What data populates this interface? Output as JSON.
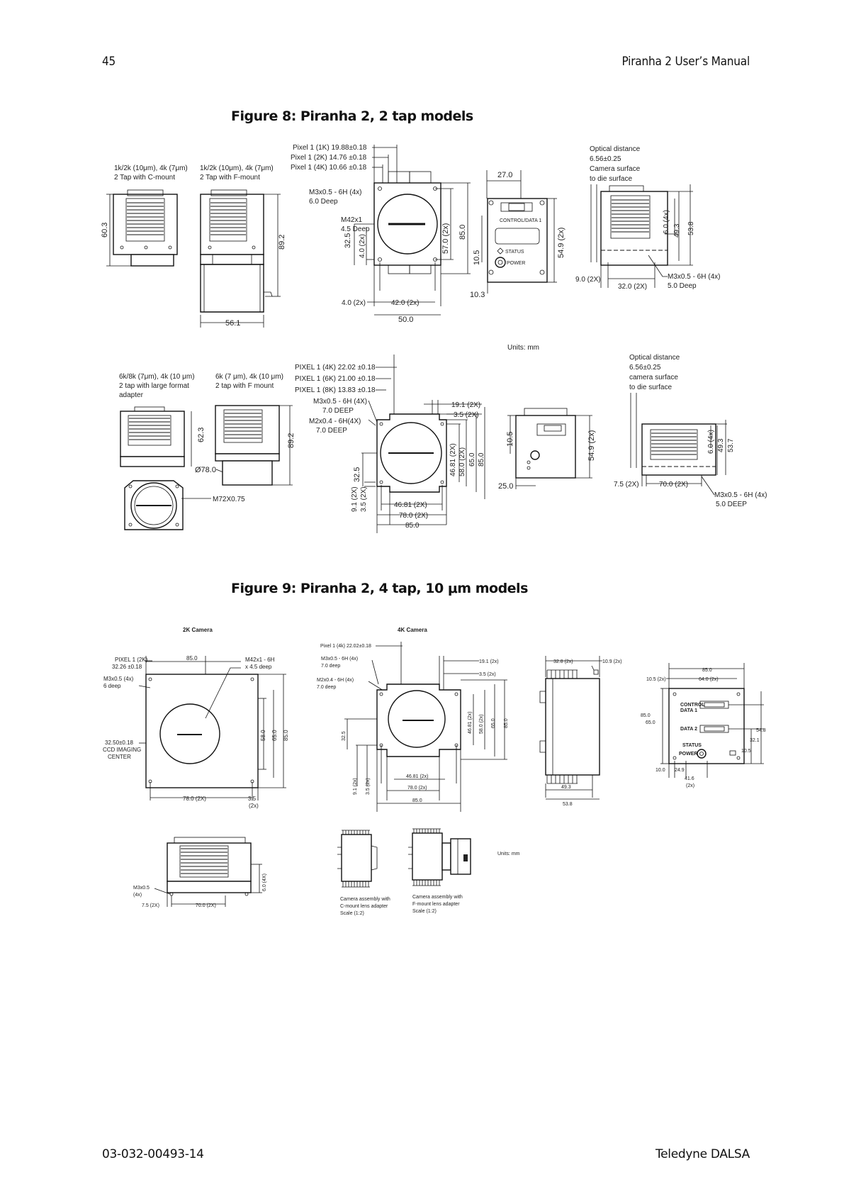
{
  "header": {
    "page_number": "45",
    "doc_title": "Piranha 2 User’s Manual"
  },
  "footer": {
    "doc_number": "03-032-00493-14",
    "company": "Teledyne DALSA"
  },
  "figure8": {
    "title": "Figure 8: Piranha 2, 2 tap models",
    "top": {
      "cam_c": [
        "1k/2k (10μm), 4k (7μm)",
        "2 Tap with C-mount"
      ],
      "cam_f": [
        "1k/2k (10μm), 4k (7μm)",
        "2 Tap with F-mount"
      ],
      "pixel": [
        "Pixel 1 (1K) 19.88±0.18",
        "Pixel 1 (2K) 14.76 ±0.18",
        "Pixel 1 (4K) 10.66 ±0.18"
      ],
      "m3_hole": [
        "M3x0.5 - 6H (4x)",
        "6.0 Deep"
      ],
      "m42": [
        "M42x1",
        "4.5 Deep"
      ],
      "optical": [
        "Optical distance",
        "6.56±0.25",
        "Camera surface",
        "to die surface"
      ],
      "m3_side": [
        "M3x0.5 - 6H (4x)",
        "5.0 Deep"
      ],
      "control_data": "CONTROL/DATA 1",
      "status": "STATUS",
      "power": "POWER",
      "dims": {
        "d603": "60.3",
        "d892": "89.2",
        "d561": "56.1",
        "d325": "32.5",
        "d40v": "4.0 (2x)",
        "d570": "57.0 (2x)",
        "d850": "85.0",
        "d40h": "4.0 (2x)",
        "d420": "42.0 (2x)",
        "d500": "50.0",
        "d270": "27.0",
        "d105": "10.5",
        "d103": "10.3",
        "d549": "54.9 (2x)",
        "d60": "6.0 (4x)",
        "d493": "49.3",
        "d538": "53.8",
        "d90": "9.0 (2X)",
        "d320": "32.0 (2X)"
      }
    },
    "units": "Units: mm",
    "bottom": {
      "cam_large": [
        "6k/8k (7μm), 4k (10 μm)",
        "2 tap with large format",
        "adapter"
      ],
      "cam_f": [
        "6k (7 μm), 4k (10 μm)",
        "2 tap with F mount"
      ],
      "pixel": [
        "PIXEL 1 (4K) 22.02 ±0.18",
        "PIXEL 1 (6K) 21.00 ±0.18",
        "PIXEL 1 (8K) 13.83 ±0.18"
      ],
      "m3_hole": [
        "M3x0.5 - 6H (4X)",
        "7.0 DEEP"
      ],
      "m2_hole": [
        "M2x0.4 - 6H(4X)",
        "7.0 DEEP"
      ],
      "optical": [
        "Optical distance",
        "6.56±0.25",
        "camera surface",
        "to die surface"
      ],
      "m3_side": [
        "M3x0.5 - 6H (4x)",
        "5.0 DEEP"
      ],
      "m72": "M72X0.75",
      "dims": {
        "d623": "62.3",
        "d892": "89.2",
        "d780": "Ø78.0",
        "d191": "19.1 (2X)",
        "d35": "3.5 (2X)",
        "d325": "32.5",
        "d4681v": "46.81 (2X)",
        "d580": "58.0 (2X)",
        "d650": "65.0",
        "d850v": "85.0",
        "d91": "9.1 (2X)",
        "d35v": "3.5 (2X)",
        "d4681h": "46.81 (2X)",
        "d780h": "78.0 (2X)",
        "d850h": "85.0",
        "d105": "10.5",
        "d250": "25.0",
        "d549": "54.9 (2x)",
        "d75": "7.5 (2X)",
        "d700": "70.0 (2X)",
        "d60": "6.0 (4x)",
        "d493": "49.3",
        "d537": "53.7"
      }
    }
  },
  "figure9": {
    "title": "Figure 9: Piranha 2, 4 tap, 10 μm models",
    "label_2k": "2K Camera",
    "label_4k": "4K Camera",
    "cam2k": {
      "pixel": [
        "PIXEL 1 (2K)",
        "32.26 ±0.18"
      ],
      "m3": [
        "M3x0.5 (4x)",
        "6 deep"
      ],
      "m42": [
        "M42x1 - 6H",
        "x 4.5 deep"
      ],
      "ccd": [
        "32.50±0.18",
        "CCD IMAGING",
        "CENTER"
      ],
      "dims": {
        "d850": "85.0",
        "d580": "58.0",
        "d650": "65.0",
        "d850v": "85.0",
        "d780": "78.0 (2X)",
        "d35": [
          "3.5",
          "(2x)"
        ]
      }
    },
    "cam4k": {
      "pixel": "Pixel 1 (4k) 22.02±0.18",
      "m3": [
        "M3x0.5 - 6H (4x)",
        "7.0 deep"
      ],
      "m2": [
        "M2x0.4 - 6H (4x)",
        "7.0 deep"
      ],
      "dims": {
        "d191": "19.1 (2x)",
        "d35": "3.5 (2x)",
        "d325": "32.5",
        "d4681v": "46.81 (2x)",
        "d580": "58.0 (2x)",
        "d650": "65.0",
        "d850v": "85.0",
        "d4681h": "46.81 (2x)",
        "d780": "78.0 (2x)",
        "d850": "85.0",
        "d91": "9.1 (2x)",
        "d35v": "3.5 (2x)"
      }
    },
    "side": {
      "d328": "32.8 (2x)",
      "d109": "10.9 (2x)",
      "d493": "49.3",
      "d538": "53.8"
    },
    "rear": {
      "d850": "85.0",
      "d105": "10.5 (2x)",
      "d640": "64.0 (2x)",
      "d850v": "85.0",
      "d650": "65.0",
      "d548": "54.8",
      "d321": "32.1",
      "d105b": "10.5",
      "d100": "10.0",
      "d249": "24.9",
      "d416": [
        "41.6",
        "(2x)"
      ],
      "control": [
        "CONTROL",
        "DATA 1"
      ],
      "data2": "DATA 2",
      "status": "STATUS",
      "power": "POWER"
    },
    "bottom_view": {
      "m3": [
        "M3x0.5",
        "(4x)"
      ],
      "d75": "7.5 (2X)",
      "d700": "70.0 (2X)",
      "d60": "6.0 (4X)"
    },
    "units": "Units: mm",
    "assy_c": [
      "Camera assembly with",
      "C-mount lens adapter",
      "Scale (1:2)"
    ],
    "assy_f": [
      "Camera assembly with",
      "F-mount lens adapter",
      "Scale (1:2)"
    ]
  }
}
